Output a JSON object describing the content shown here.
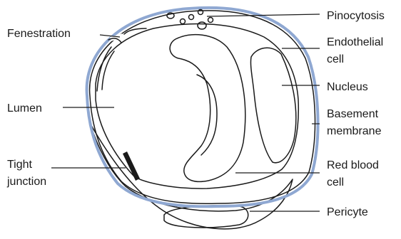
{
  "labels": {
    "fenestration": "Fenestration",
    "lumen": "Lumen",
    "tight_junction_line1": "Tight",
    "tight_junction_line2": "junction",
    "pinocytosis": "Pinocytosis",
    "endothelial_line1": "Endothelial",
    "endothelial_line2": "cell",
    "nucleus": "Nucleus",
    "basement_line1": "Basement",
    "basement_line2": "membrane",
    "rbc_line1": "Red blood",
    "rbc_line2": "cell",
    "pericyte": "Pericyte"
  },
  "colors": {
    "basement_membrane": "#8fa8d2",
    "red_blood_cell_dark": "#7d9ad0",
    "red_blood_cell_light": "#f2f5fb",
    "stipple": "#8fa8d2",
    "line": "#1a1a1a"
  }
}
